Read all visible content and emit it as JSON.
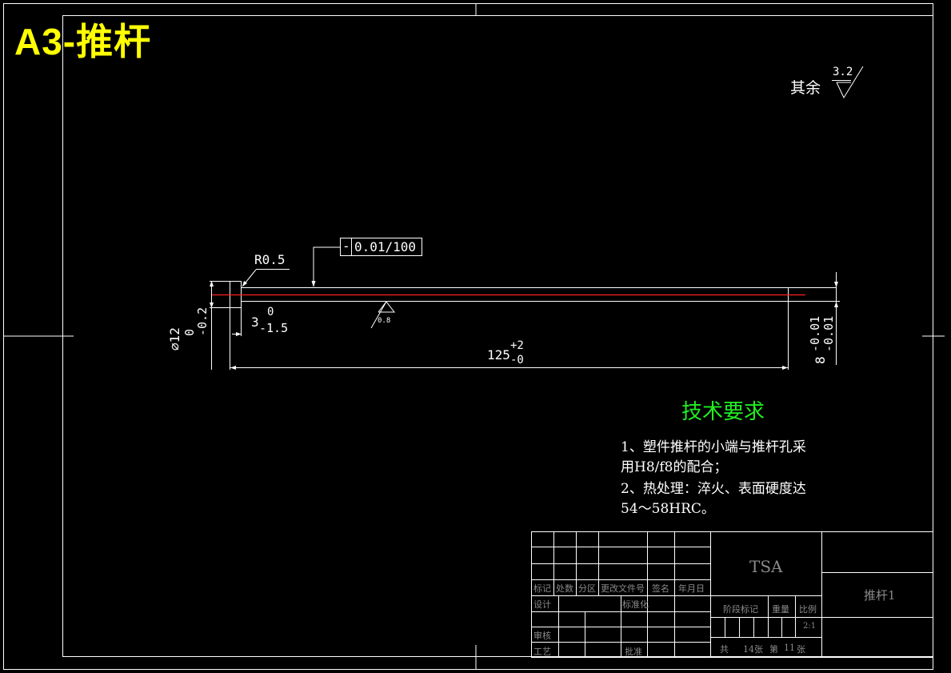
{
  "sheet_title": "A3-推杆",
  "roughness": {
    "label": "其余",
    "value": "3.2",
    "local_value": "0.8"
  },
  "annotations": {
    "radius": "R0.5",
    "straightness_symbol": "-",
    "straightness_value": "0.01/100",
    "head_dia_base": "⌀12",
    "head_dia_upper": "0",
    "head_dia_lower": "-0.2",
    "head_len_base": "3",
    "head_len_upper": "0",
    "head_len_lower": "-1.5",
    "length_base": "125",
    "length_upper": "+2",
    "length_lower": "-0",
    "shaft_dia_base": "8",
    "shaft_dia_upper": "-0.01",
    "shaft_dia_lower": "-0.01"
  },
  "requirements": {
    "title": "技术要求",
    "lines": [
      "1、塑件推杆的小端与推杆孔采",
      "用H8/f8的配合；",
      "2、热处理：淬火、表面硬度达",
      "54～58HRC。"
    ]
  },
  "title_block": {
    "company": "TSA",
    "part_name": "推杆1",
    "headers": [
      "标记",
      "处数",
      "分区",
      "更改文件号",
      "签名",
      "年月日"
    ],
    "design": "设计",
    "standard": "标准化",
    "review": "审核",
    "process": "工艺",
    "approve": "批准",
    "stage_mark": "阶段标记",
    "weight": "重量",
    "scale": "比例",
    "scale_value": "2:1",
    "sheets": "共",
    "sheets_count": "14张",
    "sheet_no_label": "第",
    "sheet_no": "11",
    "sheet_unit": "张"
  },
  "colors": {
    "title": "#ffff00",
    "requirements_title": "#22ee22",
    "centerline": "#ff2020",
    "lines": "#ffffff",
    "table_text": "#8a8a8a"
  }
}
